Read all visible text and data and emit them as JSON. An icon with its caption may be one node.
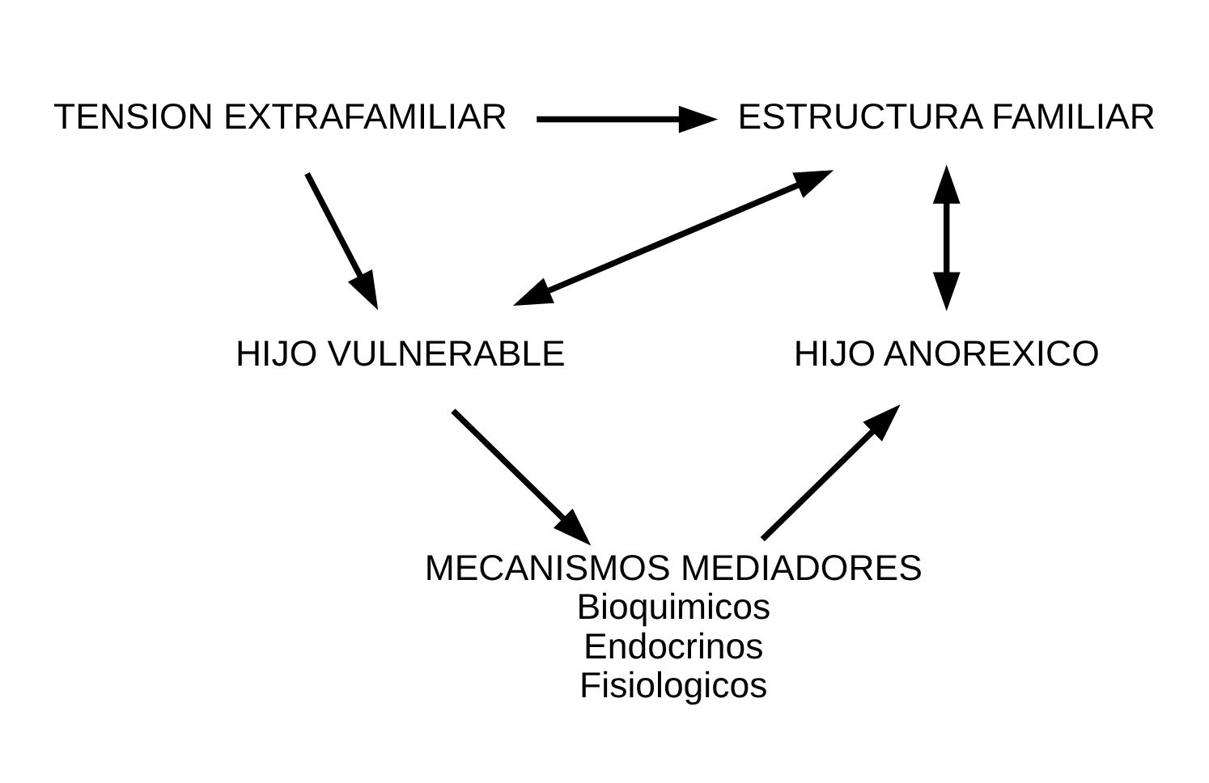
{
  "diagram": {
    "nodes": [
      {
        "text": [
          "TENSION EXTRAFAMILIAR"
        ]
      },
      {
        "text": [
          "ESTRUCTURA FAMILIAR"
        ]
      },
      {
        "text": [
          "HIJO VULNERABLE"
        ]
      },
      {
        "text": [
          "HIJO ANOREXICO"
        ]
      },
      {
        "text": [
          "MECANISMOS MEDIADORES",
          "Bioquimicos",
          "Endocrinos",
          "Fisiologicos"
        ]
      }
    ],
    "edges": [
      {
        "from": 0,
        "to": 1,
        "arrow": "to"
      },
      {
        "from": 0,
        "to": 2,
        "arrow": "to"
      },
      {
        "from": 1,
        "to": 2,
        "arrow": "both"
      },
      {
        "from": 1,
        "to": 3,
        "arrow": "both"
      },
      {
        "from": 2,
        "to": 4,
        "arrow": "to"
      },
      {
        "from": 4,
        "to": 3,
        "arrow": "to"
      }
    ]
  }
}
